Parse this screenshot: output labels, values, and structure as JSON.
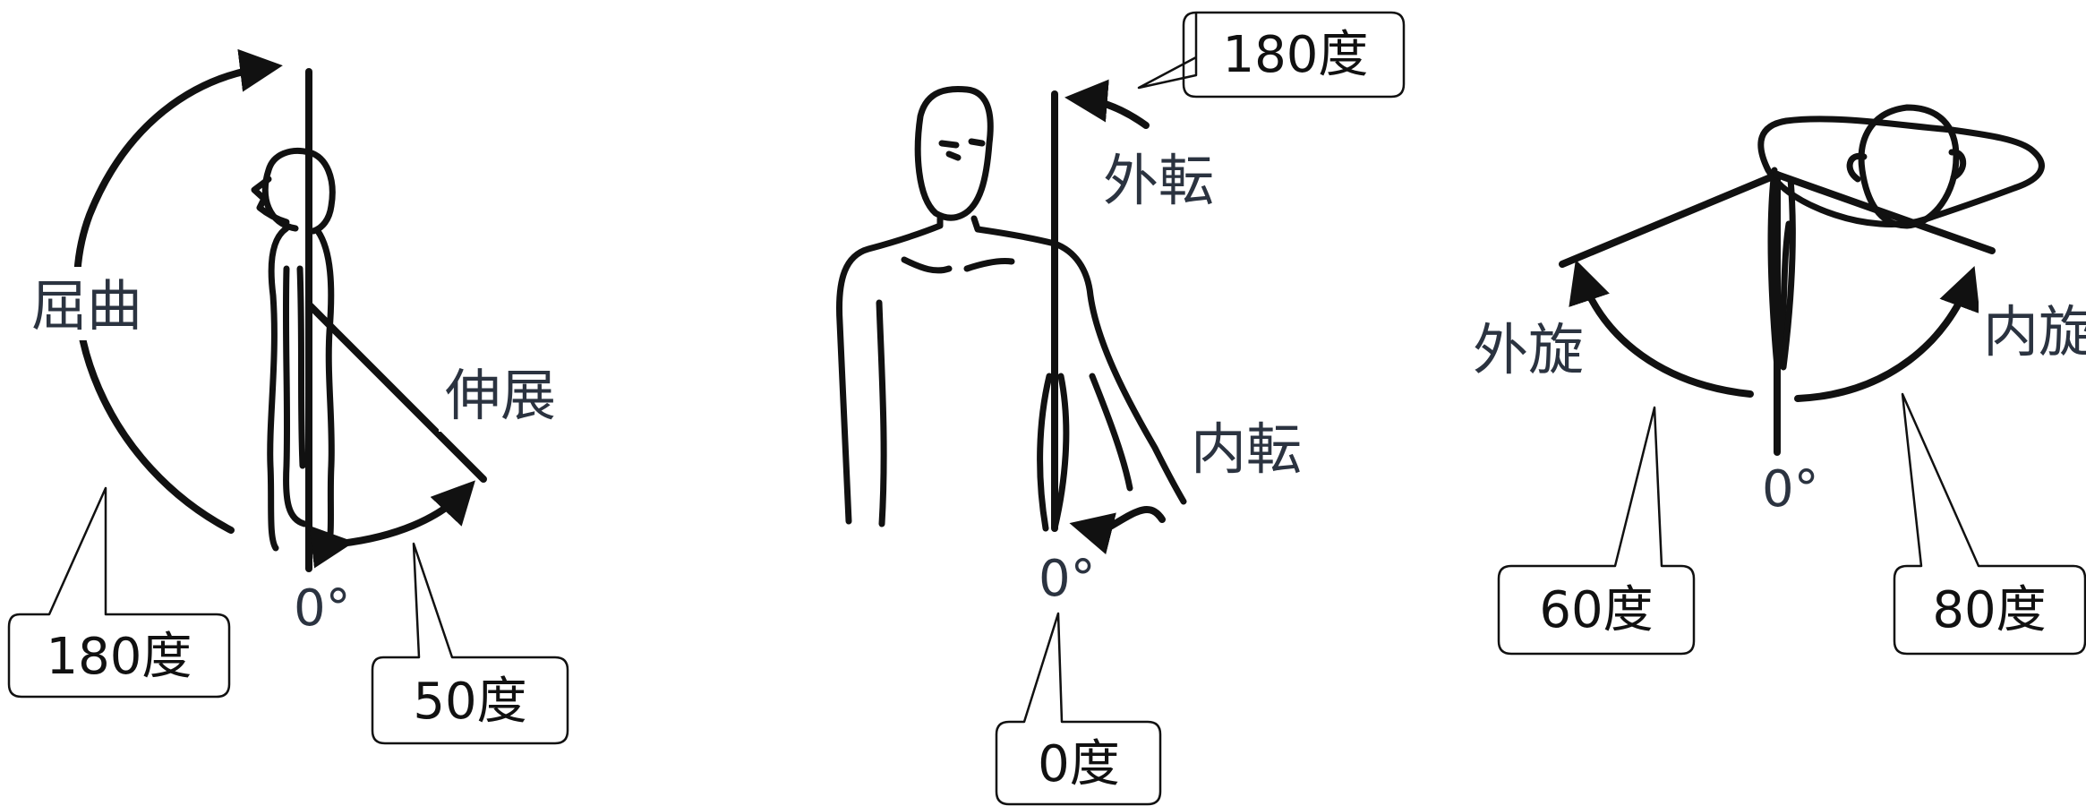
{
  "panels": {
    "flexion_extension": {
      "label_flexion": "屈曲",
      "label_extension": "伸展",
      "zero": "0°",
      "callout_flexion": "180度",
      "callout_extension": "50度"
    },
    "abduction_adduction": {
      "label_abduction": "外転",
      "label_adduction": "内転",
      "zero": "0°",
      "callout_abduction": "180度",
      "callout_adduction": "0度"
    },
    "rotation": {
      "label_external": "外旋",
      "label_internal": "内旋",
      "zero": "0°",
      "callout_external": "60度",
      "callout_internal": "80度"
    }
  }
}
